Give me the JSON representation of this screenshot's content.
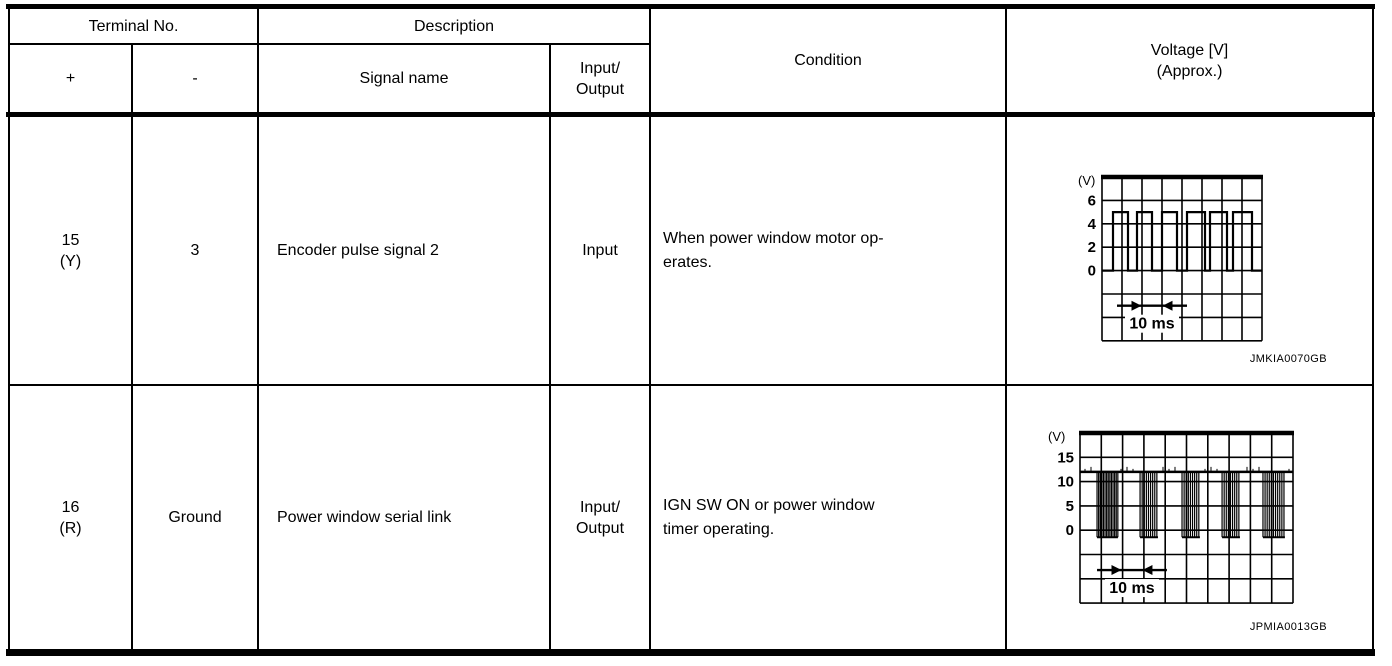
{
  "table": {
    "headers": {
      "terminal_no": "Terminal No.",
      "plus": "+",
      "minus": "-",
      "description": "Description",
      "signal_name": "Signal name",
      "input_output": "Input/\nOutput",
      "condition": "Condition",
      "voltage": "Voltage [V]\n(Approx.)"
    },
    "rows": [
      {
        "plus": "15\n(Y)",
        "minus": "3",
        "signal_name": "Encoder pulse signal 2",
        "input_output": "Input",
        "condition": "When power window motor op-\nerates.",
        "caption": "JMKIA0070GB"
      },
      {
        "plus": "16\n(R)",
        "minus": "Ground",
        "signal_name": "Power window serial link",
        "input_output": "Input/\nOutput",
        "condition": "IGN SW ON or power window\ntimer operating.",
        "caption": "JPMIA0013GB"
      }
    ]
  },
  "chart_data": [
    {
      "type": "line",
      "title": "Encoder pulse signal 2 waveform",
      "unit_label": "(V)",
      "yticks": [
        6,
        4,
        2,
        0
      ],
      "volts_per_div": 2,
      "ms_per_div": 5,
      "grid": {
        "cols": 8,
        "rows": 7
      },
      "zero_line_row": 4,
      "baseline_v": 0,
      "high_v": 5,
      "pulses_div": [
        [
          0.55,
          1.3
        ],
        [
          1.75,
          2.5
        ],
        [
          3.0,
          3.75
        ],
        [
          4.25,
          5.15
        ],
        [
          5.4,
          6.25
        ],
        [
          6.55,
          7.5
        ]
      ],
      "time_marker": {
        "label": "10 ms",
        "from_div": 0.75,
        "to_div": 4.25,
        "at_row": 5.5
      },
      "caption": "JMKIA0070GB"
    },
    {
      "type": "line",
      "title": "Power window serial link waveform",
      "unit_label": "(V)",
      "yticks": [
        15,
        10,
        5,
        0
      ],
      "volts_per_div": 5,
      "ms_per_div": 5,
      "grid": {
        "cols": 10,
        "rows": 7
      },
      "zero_line_row": 4,
      "baseline_v": 12,
      "low_v": 0,
      "bursts_div": [
        [
          0.8,
          1.78
        ],
        [
          2.82,
          3.66
        ],
        [
          4.79,
          5.63
        ],
        [
          6.67,
          7.51
        ],
        [
          8.59,
          9.62
        ]
      ],
      "time_marker": {
        "label": "10 ms",
        "from_div": 0.8,
        "to_div": 4.08,
        "at_row": 5.64
      },
      "caption": "JPMIA0013GB"
    }
  ]
}
